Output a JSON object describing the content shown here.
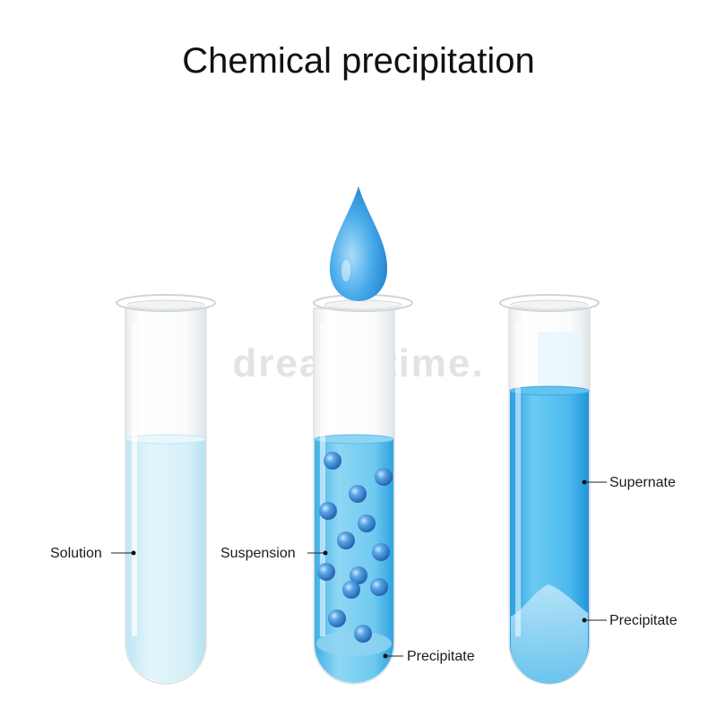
{
  "title": "Chemical precipitation",
  "watermark": "dreamstime.",
  "labels": {
    "solution": "Solution",
    "suspension": "Suspension",
    "precipitate_middle": "Precipitate",
    "supernate": "Supernate",
    "precipitate_right": "Precipitate"
  },
  "colors": {
    "solution_liquid": "#cdeef7",
    "suspension_liquid": "#5ec3ee",
    "supernate_liquid": "#3db0ea",
    "particle": "#2f7fcf",
    "drop": "#3aa4e8",
    "glass": "#ffffff",
    "glass_edge": "#d9dde0"
  }
}
